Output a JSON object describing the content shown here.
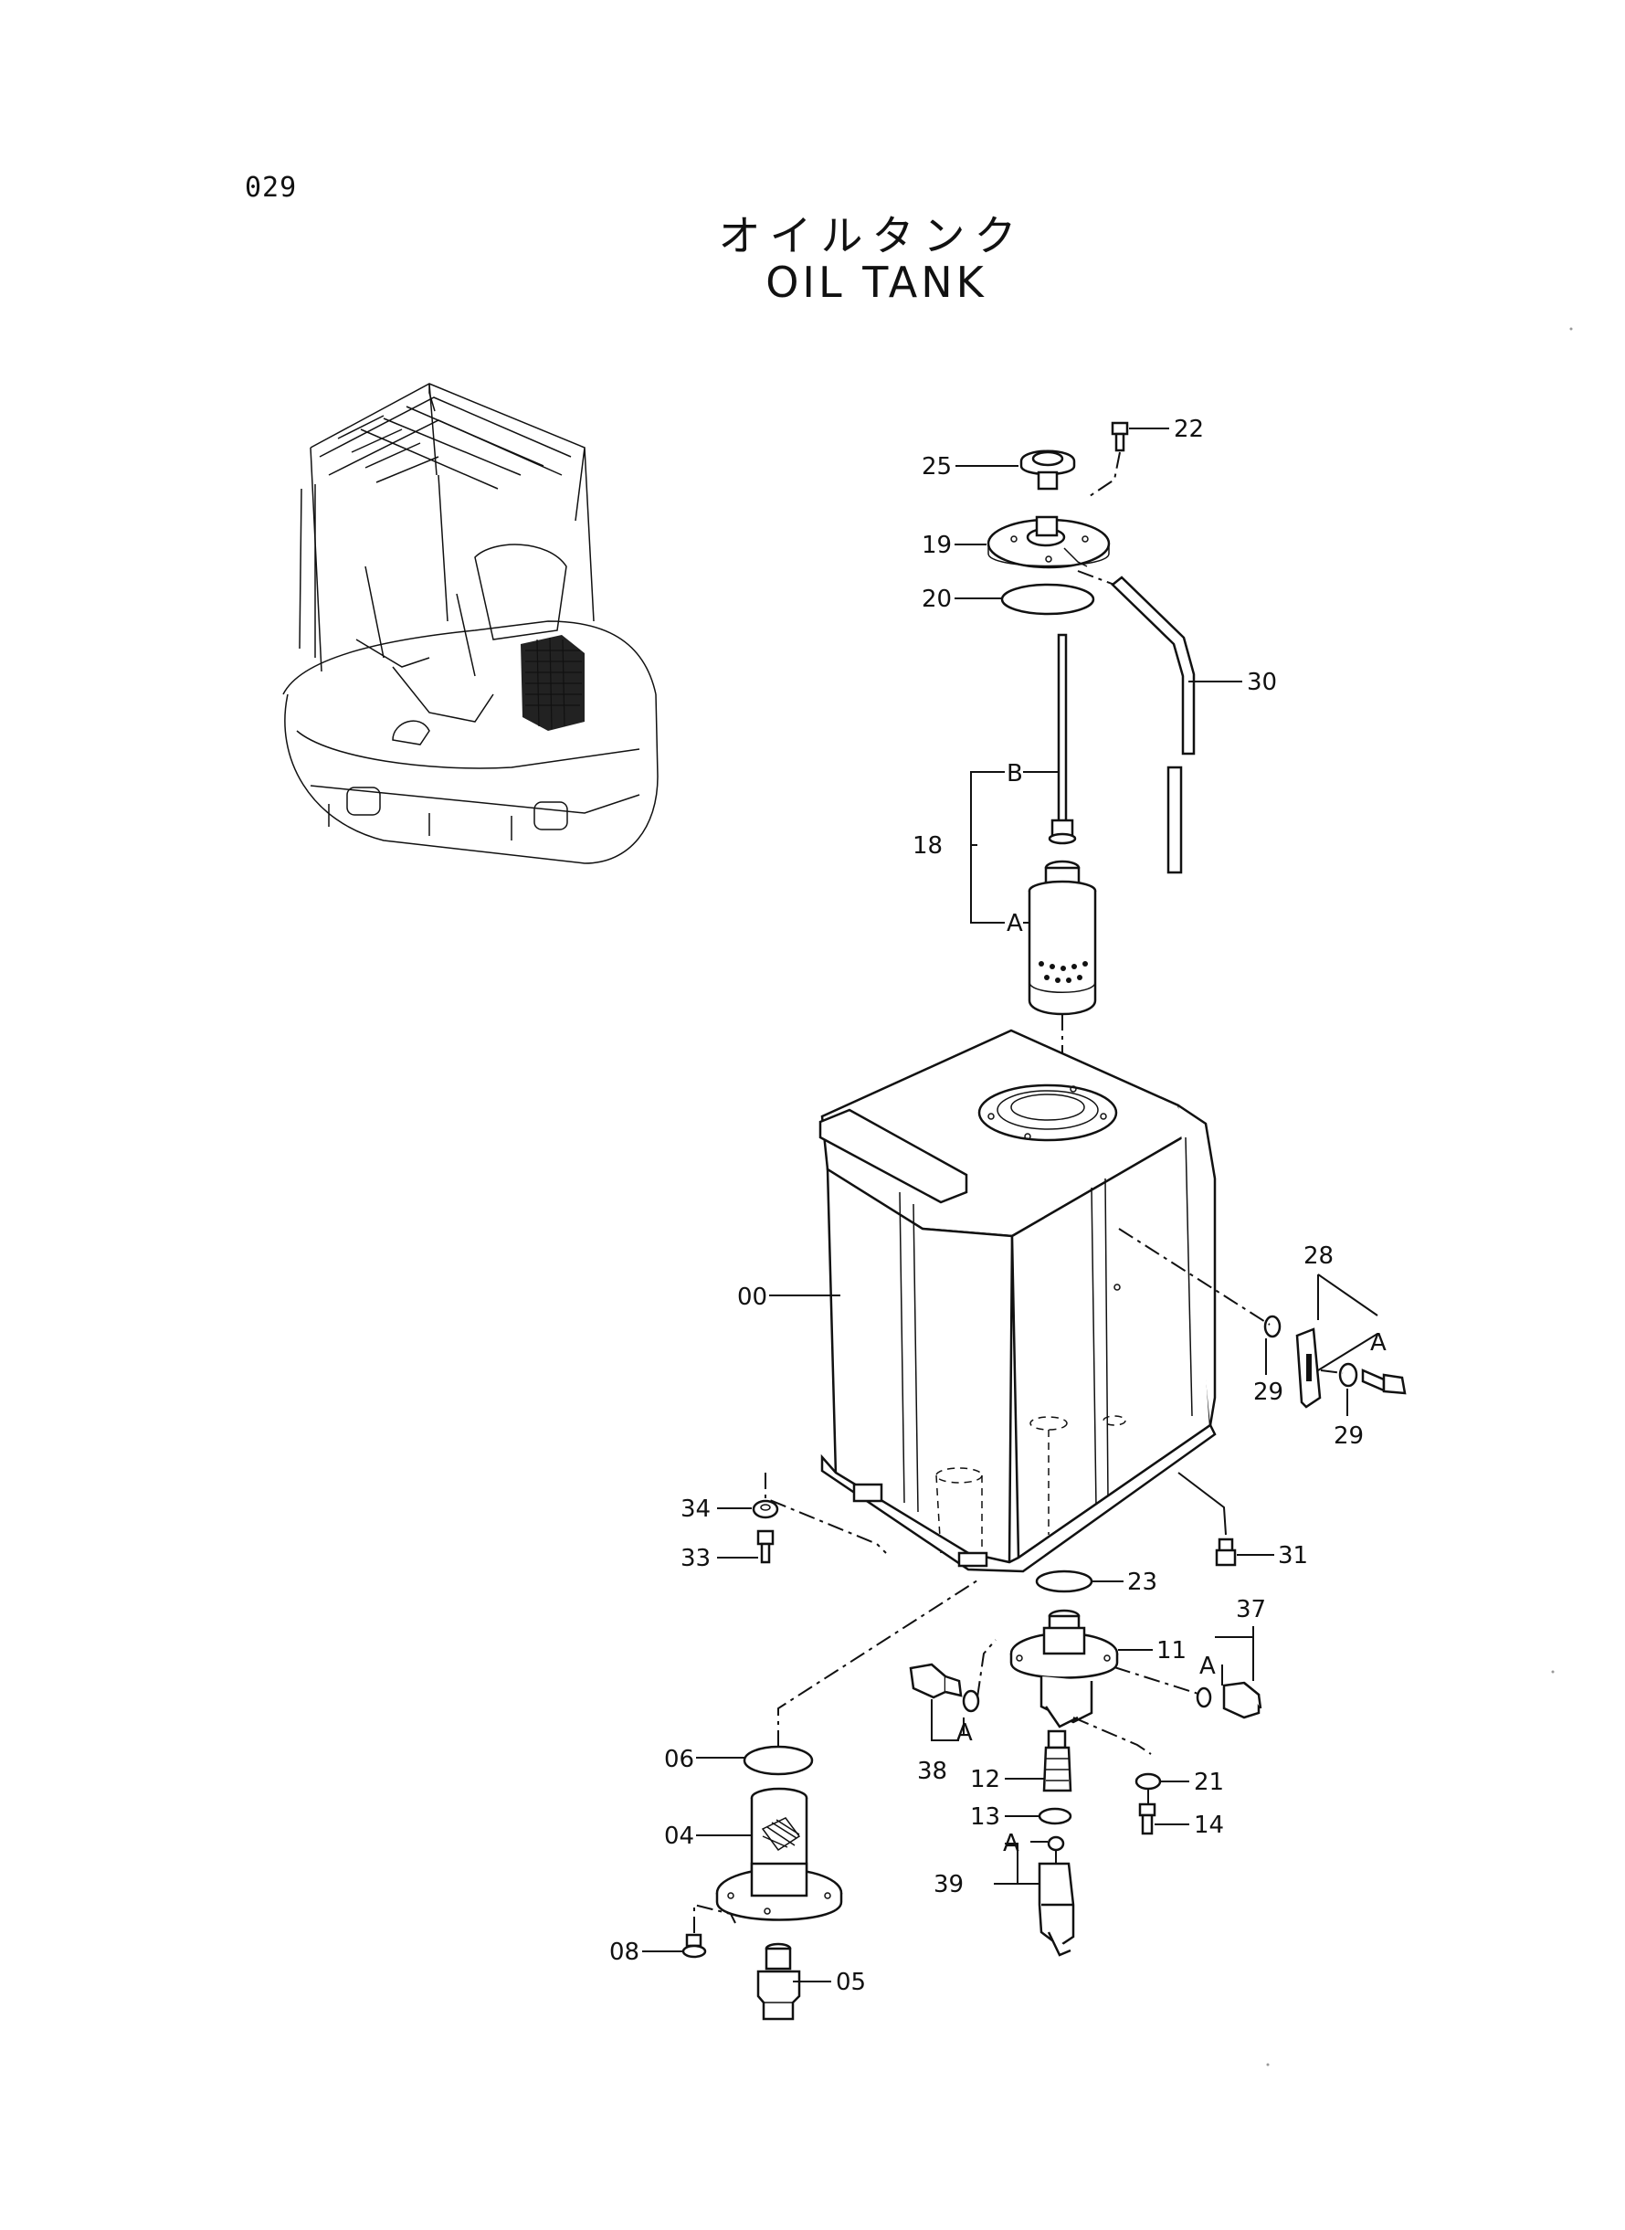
{
  "page_number": "029",
  "title": {
    "japanese": "オイルタンク",
    "english": "OIL  TANK"
  },
  "callouts": {
    "c00": "00",
    "c04": "04",
    "c05": "05",
    "c06": "06",
    "c08": "08",
    "c11": "11",
    "c12": "12",
    "c13": "13",
    "c14": "14",
    "c18": "18",
    "c19": "19",
    "c20": "20",
    "c21": "21",
    "c22": "22",
    "c23": "23",
    "c25": "25",
    "c28": "28",
    "c29a": "29",
    "c29b": "29",
    "c30": "30",
    "c31": "31",
    "c33": "33",
    "c34": "34",
    "c37": "37",
    "c38": "38",
    "c39": "39"
  },
  "sub_labels": {
    "b18": "B",
    "a18": "A",
    "a28": "A",
    "a37": "A",
    "a38": "A",
    "a39": "A"
  },
  "icons": {
    "overview": "excavator-location-icon",
    "tank": "oil-tank-icon"
  }
}
